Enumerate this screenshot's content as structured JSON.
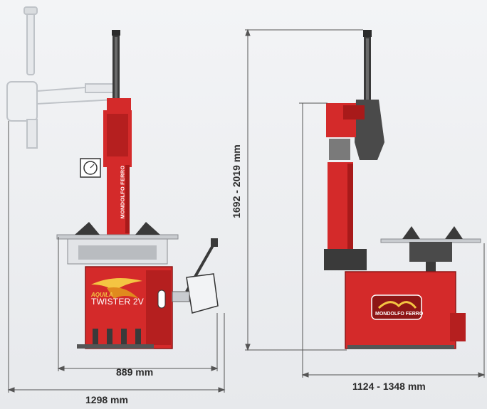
{
  "dimensions": {
    "base_width": "889 mm",
    "overall_width": "1298 mm",
    "depth": "1124 - 1348 mm",
    "height": "1692 - 2019 mm"
  },
  "branding": {
    "vertical_text": "MONDOLFO FERRO",
    "model_aquila": "AQUILA",
    "model_twister": "TWISTER 2V",
    "logo_text": "MONDOLFO FERRO"
  },
  "colors": {
    "machine_red": "#d42a2a",
    "dark_grey": "#3a3a3a",
    "ghost_grey": "#bfc3c8",
    "dimension_line": "#555555"
  }
}
